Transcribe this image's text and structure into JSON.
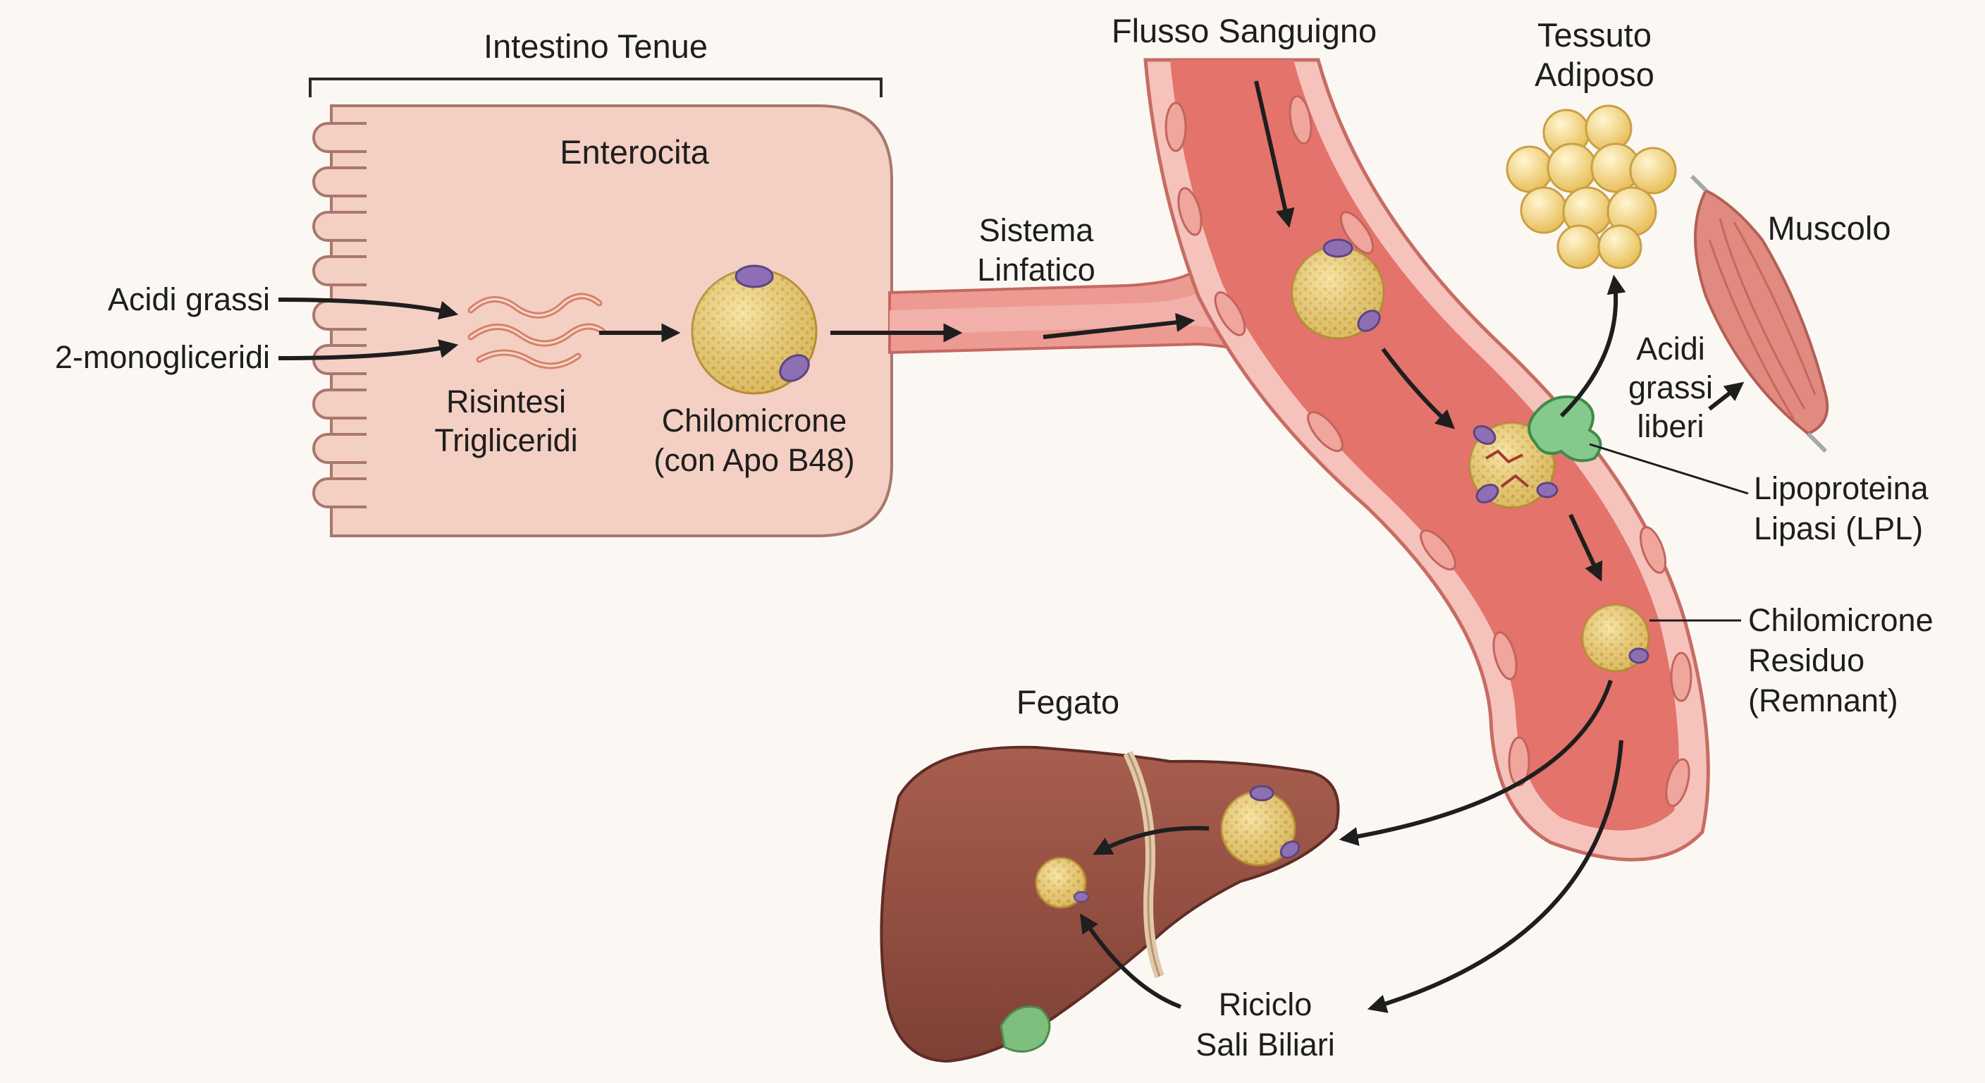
{
  "title": "Metabolismo dei chilomicroni",
  "labels": {
    "intestino": "Intestino Tenue",
    "enterocita": "Enterocita",
    "acidi_grassi": "Acidi grassi",
    "monogliceridi": "2-monogliceridi",
    "risintesi_1": "Risintesi",
    "risintesi_2": "Trigliceridi",
    "chilomicrone_1": "Chilomicrone",
    "chilomicrone_2": "(con Apo B48)",
    "linfatico_1": "Sistema",
    "linfatico_2": "Linfatico",
    "flusso": "Flusso Sanguigno",
    "tessuto_1": "Tessuto",
    "tessuto_2": "Adiposo",
    "muscolo": "Muscolo",
    "acidi_liberi_1": "Acidi",
    "acidi_liberi_2": "grassi",
    "acidi_liberi_3": "liberi",
    "lpl_1": "Lipoproteina",
    "lpl_2": "Lipasi (LPL)",
    "residuo_1": "Chilomicrone",
    "residuo_2": "Residuo",
    "residuo_3": "(Remnant)",
    "fegato": "Fegato",
    "riciclo_1": "Riciclo",
    "riciclo_2": "Sali Biliari"
  },
  "colors": {
    "background": "#fbf8f4",
    "cell_fill": "#f4cfc3",
    "cell_stroke": "#a9776c",
    "vessel_fill": "#ec9089",
    "vessel_inner": "#e06c66",
    "vessel_wall": "#f6c3bc",
    "chylo_fill": "#efd57e",
    "chylo_dots": "#caa03b",
    "apo": "#8e6fb3",
    "lpl": "#86c98c",
    "liver": "#9b5446",
    "liver_dark": "#7a3c32",
    "fat": "#f6dc8c",
    "muscle": "#e08a80",
    "arrow": "#1e1e1e"
  }
}
